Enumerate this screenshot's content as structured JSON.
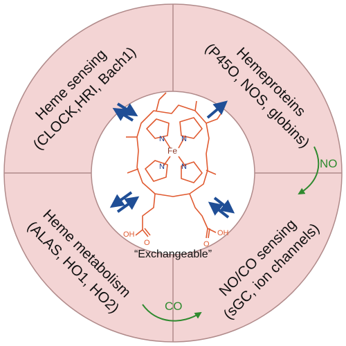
{
  "colors": {
    "ring_fill": "#f3d4d4",
    "ring_stroke": "#b08a8a",
    "molecule": "#e05a30",
    "atom_blue": "#1f3d8c",
    "arrow_blue": "#1f4e96",
    "arrow_green": "#2f8a2f"
  },
  "quadrants": {
    "top_left": {
      "line1": "Heme sensing",
      "line2": "(CLOCK,HRI, Bach1)"
    },
    "top_right": {
      "line1": "Hemeproteins",
      "line2": "(P45O, NOS, globins)"
    },
    "bottom_left": {
      "line1": "Heme metabolism",
      "line2": "(ALAS, HO1, HO2)"
    },
    "bottom_right": {
      "line1": "NO/CO sensing",
      "line2": "(sGC, ion channels)"
    }
  },
  "center": {
    "label": "“Exchangeable”",
    "molecule": "heme",
    "metal": "Fe",
    "nitrogen": "N",
    "acid_group": "OH",
    "oxygen": "O"
  },
  "gas_labels": {
    "no": "NO",
    "co": "CO"
  }
}
